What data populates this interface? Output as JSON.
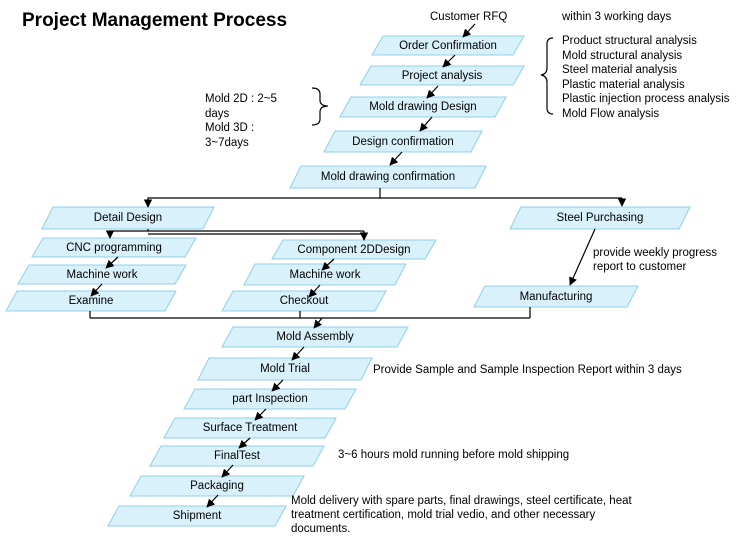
{
  "title": "Project Management Process",
  "start": {
    "label": "Customer RFQ",
    "note": "within 3 working days"
  },
  "steps": {
    "order_confirmation": "Order Confirmation",
    "project_analysis": "Project analysis",
    "mold_drawing_design": "Mold drawing Design",
    "design_confirmation": "Design confirmation",
    "mold_drawing_confirmation": "Mold drawing confirmation",
    "detail_design": "Detail Design",
    "cnc_programming": "CNC programming",
    "machine_work_1": "Machine work",
    "examine": "Examine",
    "component_2d_design": "Component 2DDesign",
    "machine_work_2": "Machine work",
    "checkout": "Checkout",
    "steel_purchasing": "Steel Purchasing",
    "manufacturing": "Manufacturing",
    "mold_assembly": "Mold Assembly",
    "mold_trial": "Mold Trial",
    "part_inspection": "part Inspection",
    "surface_treatment": "Surface Treatment",
    "final_test": "FinalTest",
    "packaging": "Packaging",
    "shipment": "Shipment"
  },
  "analysis_items": [
    "Product structural analysis",
    "Mold structural analysis",
    "Steel material analysis",
    "Plastic material analysis",
    "Plastic injection process analysis",
    "Mold Flow analysis"
  ],
  "mold_time_notes": [
    "Mold 2D : 2~5",
    "days",
    "Mold 3D :",
    "3~7days"
  ],
  "notes": {
    "weekly_progress": [
      "provide weekly progress",
      "report to customer"
    ],
    "sample_report": "Provide Sample and Sample Inspection Report within 3 days",
    "mold_running": "3~6 hours mold running before mold shipping",
    "delivery": [
      "Mold delivery with spare parts, final drawings, steel certificate, heat",
      "treatment certification, mold trial vedio,  and other necessary",
      "documents."
    ]
  },
  "colors": {
    "box_fill": "#d9f1fa",
    "box_border": "#8fd0e8",
    "line": "#000000"
  }
}
